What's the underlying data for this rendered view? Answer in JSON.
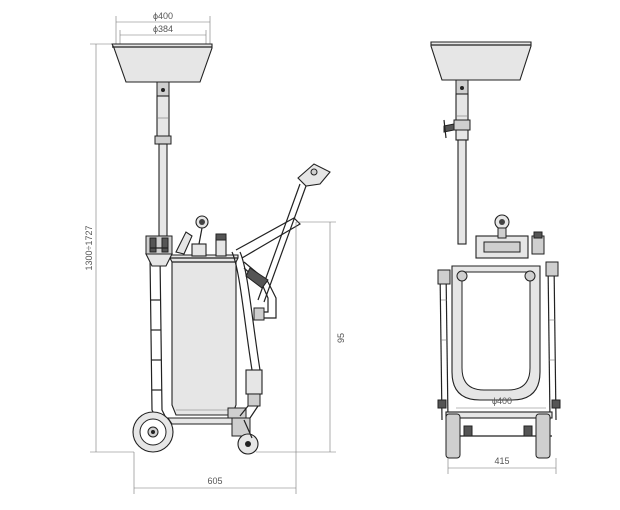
{
  "dimensions": {
    "funnel_outer": "ϕ400",
    "funnel_inner": "ϕ384",
    "height_range": "1300÷1727",
    "tank_height": "95",
    "base_length": "605",
    "tank_diameter": "ϕ400",
    "base_width": "415"
  }
}
